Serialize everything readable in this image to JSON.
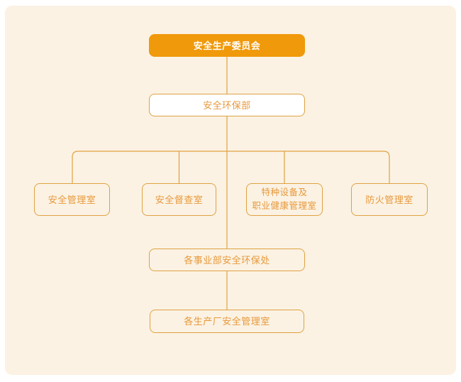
{
  "diagram": {
    "type": "org-chart",
    "colors": {
      "page": "#ffffff",
      "background": "#fbf2e3",
      "node_fill": "#f0990a",
      "node_border": "#dfa243",
      "node_text": "#e8993c",
      "root_text": "#ffffff",
      "white_fill": "#ffffff"
    },
    "nodes": {
      "root": {
        "label": "安全生产委员会"
      },
      "dept": {
        "label": "安全环保部"
      },
      "office1": {
        "label": "安全管理室"
      },
      "office2": {
        "label": "安全督查室"
      },
      "office3": {
        "label_line1": "特种设备及",
        "label_line2": "职业健康管理室"
      },
      "office4": {
        "label": "防火管理室"
      },
      "division": {
        "label": "各事业部安全环保处"
      },
      "plant": {
        "label": "各生产厂安全管理室"
      }
    }
  }
}
